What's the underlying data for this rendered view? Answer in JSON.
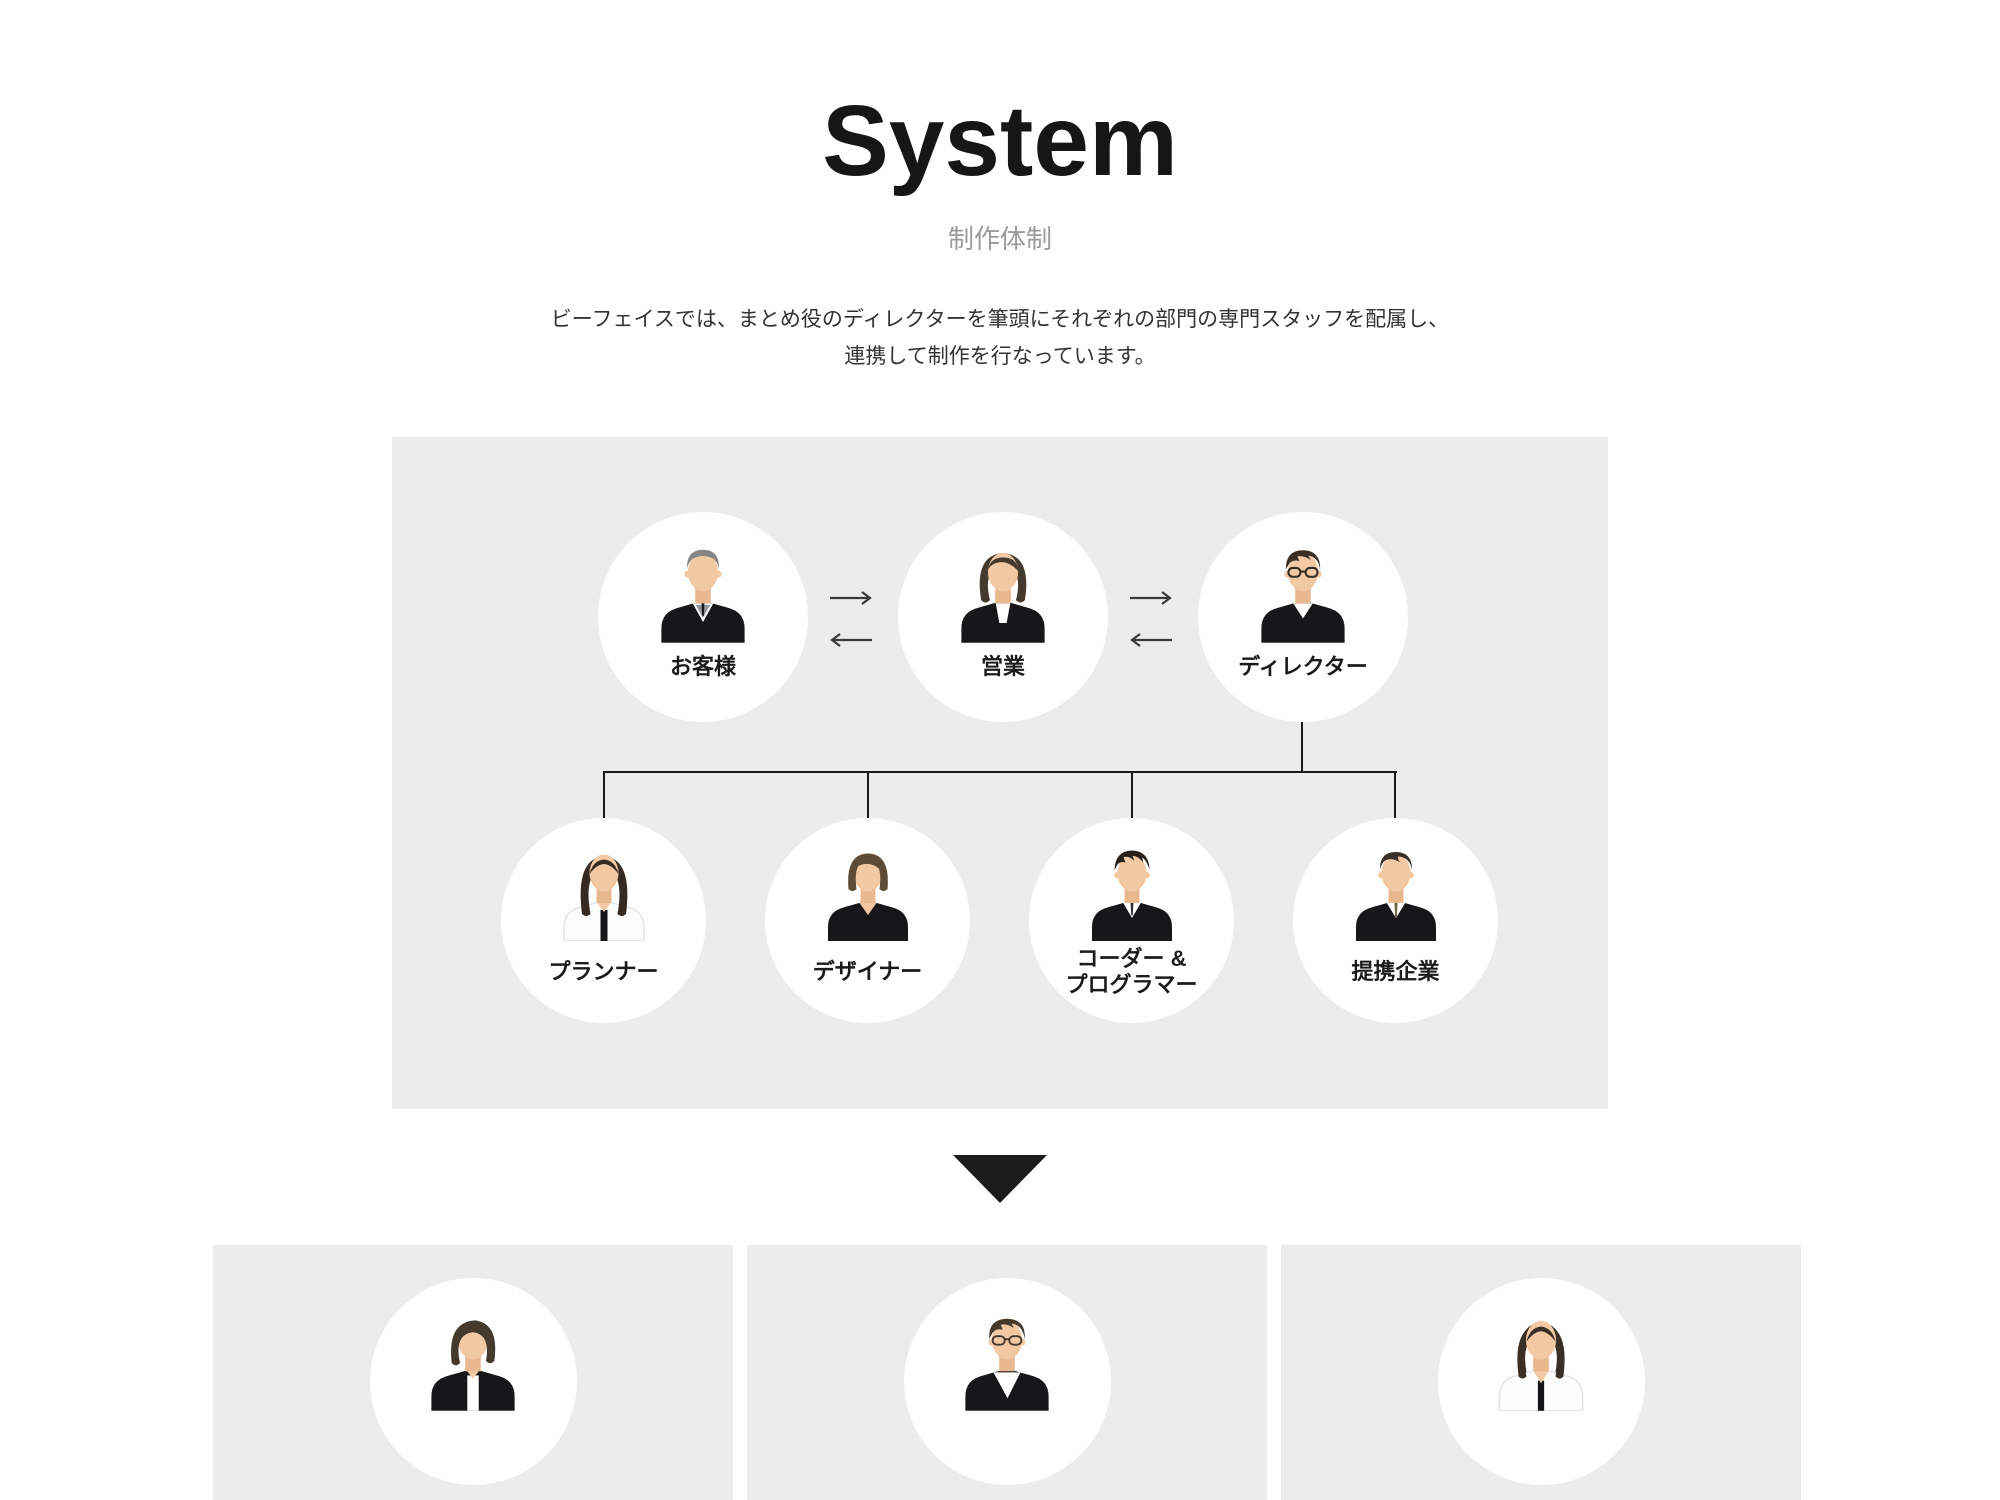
{
  "header": {
    "title": "System",
    "subtitle": "制作体制",
    "description_lines": [
      "ビーフェイスでは、まとめ役のディレクターを筆頭にそれぞれの部門の専門スタッフを配属し、",
      "連携して制作を行なっています。"
    ]
  },
  "org_chart": {
    "top_row": [
      {
        "label": [
          "お客様"
        ],
        "avatar": "elderly-man-gray-hair-black-suit-tie"
      },
      {
        "label": [
          "営業"
        ],
        "avatar": "woman-shoulder-length-hair-black-jacket"
      },
      {
        "label": [
          "ディレクター"
        ],
        "avatar": "man-glasses-black-vneck"
      }
    ],
    "bottom_row": [
      {
        "label": [
          "プランナー"
        ],
        "avatar": "woman-long-hair-white-blouse-black-stripe"
      },
      {
        "label": [
          "デザイナー"
        ],
        "avatar": "person-medium-brown-hair-black-vneck"
      },
      {
        "label": [
          "コーダー &",
          "プログラマー"
        ],
        "avatar": "man-black-hair-black-suit-dark-tie"
      },
      {
        "label": [
          "提携企業"
        ],
        "avatar": "man-side-part-black-suit-olive-tie"
      }
    ],
    "icons": {
      "arrow_right": "→",
      "arrow_left": "←"
    }
  },
  "divider": {
    "down_triangle_icon": "▼"
  },
  "staff_section": {
    "cards": [
      {
        "avatar": "woman-bob-hair-black-cardigan"
      },
      {
        "avatar": "man-glasses-black-jacket-white-shirt"
      },
      {
        "avatar": "woman-long-hair-white-top-black-stripe"
      }
    ]
  },
  "colors": {
    "background": "#ffffff",
    "panel_gray": "#ececec",
    "circle_white": "#ffffff",
    "heading_text": "#161616",
    "subtitle_gray": "#9b9b9b",
    "body_text": "#333333",
    "label_text": "#1b1b1b",
    "connector_line": "#1a1a1a",
    "arrow": "#3a3a3a",
    "skin": "#f3c9a4",
    "suit_black": "#17171a"
  }
}
